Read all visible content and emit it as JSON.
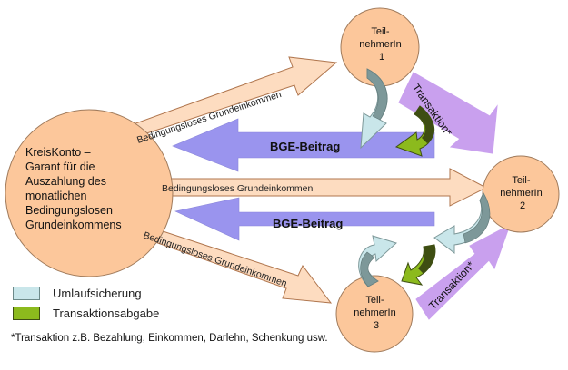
{
  "nodes": {
    "kreiskonto": [
      "KreisKonto –",
      "Garant für die",
      "Auszahlung des",
      "monatlichen",
      "Bedingungslosen",
      "Grundeinkommens"
    ],
    "teilnehmer1": [
      "Teil-",
      "nehmerIn",
      "1"
    ],
    "teilnehmer2": [
      "Teil-",
      "nehmerIn",
      "2"
    ],
    "teilnehmer3": [
      "Teil-",
      "nehmerIn",
      "3"
    ]
  },
  "labels": {
    "bge_arrow_1": "Bedingungsloses Grundeinkommen",
    "bge_arrow_2": "Bedingungsloses Grundeinkommen",
    "bge_arrow_3": "Bedingungsloses Grundeinkommen",
    "beitrag_1": "BGE-Beitrag",
    "beitrag_2": "BGE-Beitrag",
    "transaktion_1": "Transaktion*",
    "transaktion_2": "Transaktion*"
  },
  "legend": {
    "umlauf": "Umlaufsicherung",
    "abgabe": "Transaktionsabgabe"
  },
  "footnote": "*Transaktion z.B. Bezahlung, Einkommen, Darlehn, Schenkung usw.",
  "colors": {
    "circle_fill": "#fcc79b",
    "circle_stroke": "#a07b5c",
    "bge_arrow_fill": "#fddcc0",
    "bge_arrow_stroke": "#b0764e",
    "beitrag_fill": "#9a94ee",
    "transaktion_fill": "#c9a0ee",
    "umlauf_fill": "#c9e6ea",
    "umlauf_dark": "#7d9899",
    "abgabe_fill": "#8cba1d",
    "abgabe_dark": "#3e4e12"
  }
}
